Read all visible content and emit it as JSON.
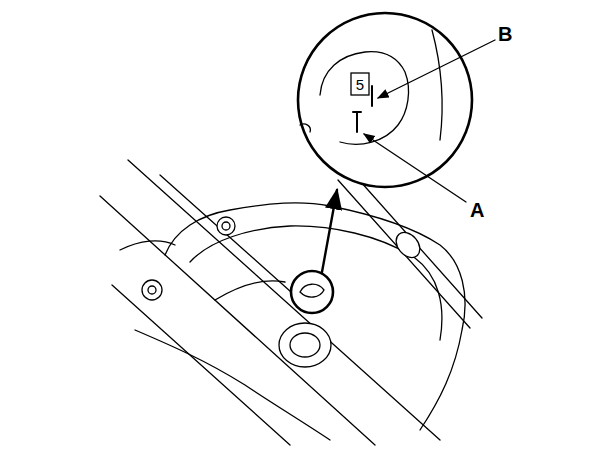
{
  "diagram": {
    "labels": [
      "B",
      "A",
      "5"
    ]
  }
}
